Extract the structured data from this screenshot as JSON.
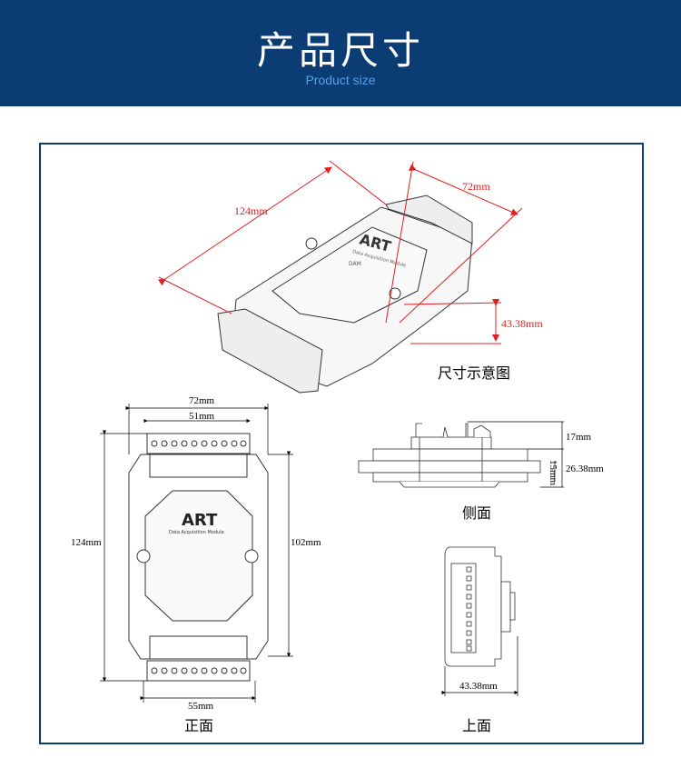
{
  "header": {
    "title": "产品尺寸",
    "subtitle": "Product size"
  },
  "iso_view": {
    "caption": "尺寸示意图",
    "length": "124mm",
    "width": "72mm",
    "height": "43.38mm",
    "logo": "ART",
    "logo_sub": "Data Acquisition Module",
    "model": "DAM"
  },
  "front_view": {
    "caption": "正面",
    "width": "72mm",
    "terminal_width": "51mm",
    "length": "124mm",
    "inner_length": "102mm",
    "bottom_width": "55mm",
    "logo": "ART",
    "logo_sub": "Data Acquisition Module"
  },
  "side_view": {
    "caption": "侧面",
    "connector_height": "17mm",
    "body_height": "26.38mm",
    "rail_height": "15mm"
  },
  "top_view": {
    "caption": "上面",
    "width": "43.38mm"
  },
  "colors": {
    "header_bg": "#0b3c73",
    "subtitle": "#5aa2e8",
    "dimension_red": "#e02020"
  }
}
